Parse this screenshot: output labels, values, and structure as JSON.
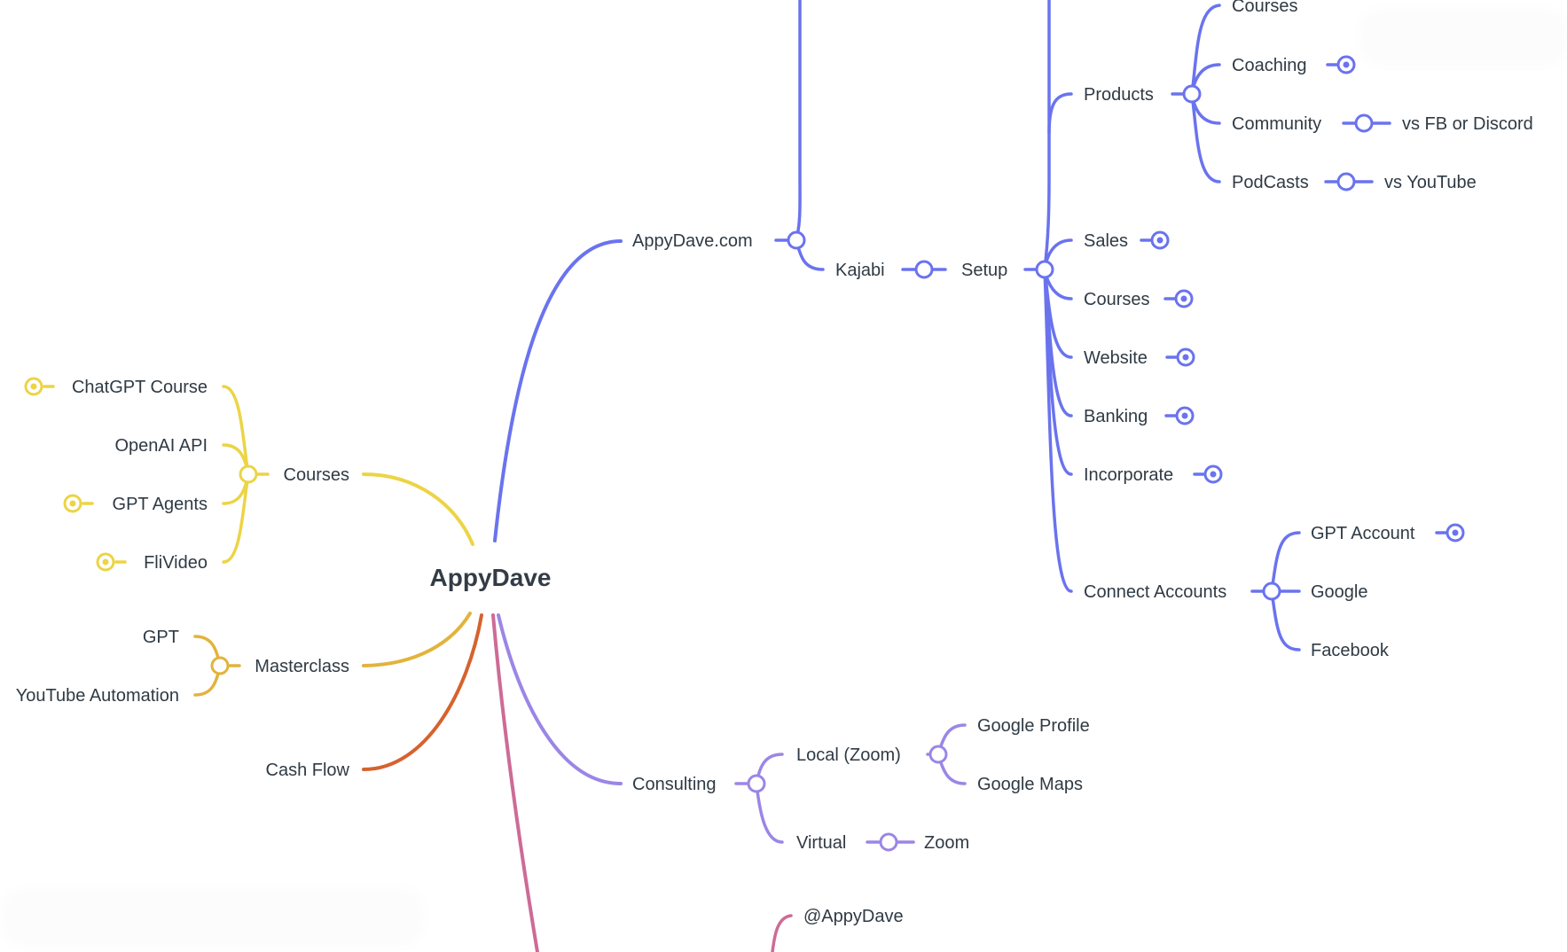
{
  "colors": {
    "blue": "#6a73ee",
    "purple": "#9b86e6",
    "yellow": "#ecd445",
    "gold": "#e2b33c",
    "orange": "#d6622e",
    "pink": "#cd6b96",
    "text": "#2f3a44"
  },
  "root": {
    "label": "AppyDave"
  },
  "branches": {
    "appydave_com": "AppyDave.com",
    "kajabi": "Kajabi",
    "setup": "Setup",
    "products": "Products",
    "products_courses": "Courses",
    "coaching": "Coaching",
    "community": "Community",
    "vs_fb": "vs FB or Discord",
    "podcasts": "PodCasts",
    "vs_youtube": "vs YouTube",
    "sales": "Sales",
    "setup_courses": "Courses",
    "website": "Website",
    "banking": "Banking",
    "incorporate": "Incorporate",
    "connect_accounts": "Connect Accounts",
    "gpt_account": "GPT Account",
    "google": "Google",
    "facebook": "Facebook",
    "courses": "Courses",
    "chatgpt_course": "ChatGPT Course",
    "openai_api": "OpenAI API",
    "gpt_agents": "GPT Agents",
    "flivideo": "FliVideo",
    "masterclass": "Masterclass",
    "gpt": "GPT",
    "youtube_automation": "YouTube Automation",
    "cash_flow": "Cash Flow",
    "consulting": "Consulting",
    "local_zoom": "Local (Zoom)",
    "google_profile": "Google Profile",
    "google_maps": "Google Maps",
    "virtual": "Virtual",
    "zoom": "Zoom",
    "appydave_handle": "@AppyDave"
  }
}
